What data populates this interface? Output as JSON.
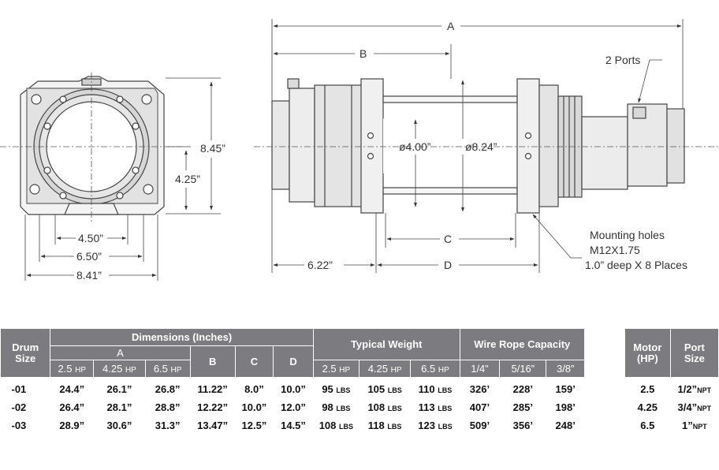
{
  "drawing": {
    "front_dims": {
      "height": "8.45”",
      "center": "4.25”",
      "w1": "4.50”",
      "w2": "6.50”",
      "w3": "8.41”"
    },
    "side_dims": {
      "a": "A",
      "b": "B",
      "c": "C",
      "d": "D",
      "offset": "6.22”",
      "drum_dia": "ø4.00”",
      "flange_dia": "ø8.24”"
    },
    "callouts": {
      "ports": "2 Ports",
      "mount_line1": "Mounting holes",
      "mount_line2": "M12X1.75",
      "mount_line3": "1.0” deep X 8 Places"
    }
  },
  "table": {
    "h_drum": "Drum Size",
    "h_dimensions": "Dimensions (Inches)",
    "h_a": "A",
    "h_weight": "Typical Weight",
    "h_wire": "Wire Rope Capacity",
    "hp": "HP",
    "hp_sub": [
      "2.5",
      "4.25",
      "6.5"
    ],
    "h_b": "B",
    "h_c": "C",
    "h_d": "D",
    "wire_sub": [
      "1/4”",
      "5/16”",
      "3/8”"
    ],
    "lbs": "LBS",
    "rows": [
      {
        "size": "-01",
        "a": [
          "24.4”",
          "26.1”",
          "26.8”"
        ],
        "b": "11.22”",
        "c": "8.0”",
        "d": "10.0”",
        "w": [
          "95",
          "105",
          "110"
        ],
        "wire": [
          "326’",
          "228’",
          "159’"
        ]
      },
      {
        "size": "-02",
        "a": [
          "26.4”",
          "28.1”",
          "28.8”"
        ],
        "b": "12.22”",
        "c": "10.0”",
        "d": "12.0”",
        "w": [
          "98",
          "108",
          "113"
        ],
        "wire": [
          "407’",
          "285’",
          "198’"
        ]
      },
      {
        "size": "-03",
        "a": [
          "28.9”",
          "30.6”",
          "31.3”"
        ],
        "b": "13.47”",
        "c": "12.5”",
        "d": "14.5”",
        "w": [
          "108",
          "118",
          "123"
        ],
        "wire": [
          "509’",
          "356’",
          "248’"
        ]
      }
    ]
  },
  "port_table": {
    "h_motor": "Motor (HP)",
    "h_port": "Port Size",
    "npt": "NPT",
    "rows": [
      {
        "motor": "2.5",
        "port": "1/2”"
      },
      {
        "motor": "4.25",
        "port": "3/4”"
      },
      {
        "motor": "6.5",
        "port": "1”"
      }
    ]
  }
}
